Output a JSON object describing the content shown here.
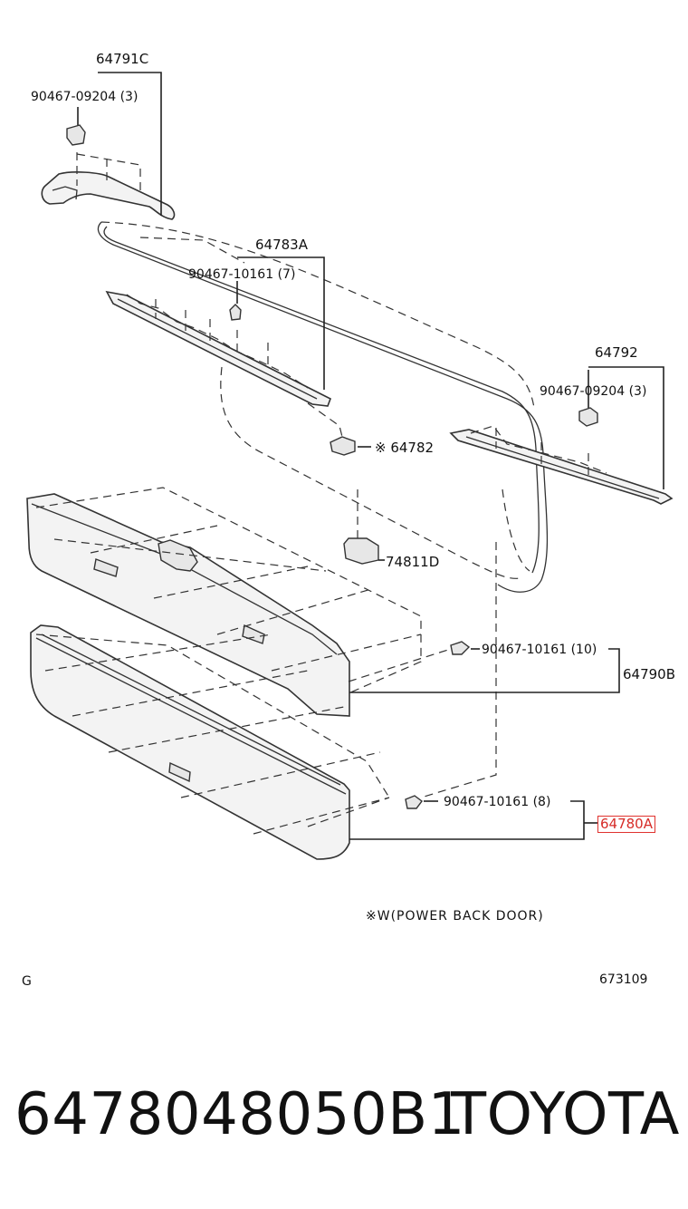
{
  "labels": {
    "p64791c": "64791C",
    "c90467_09204_a": "90467-09204 (3)",
    "p64783a": "64783A",
    "c90467_10161_7": "90467-10161 (7)",
    "p64792": "64792",
    "c90467_09204_b": "90467-09204 (3)",
    "p64782": "※ 64782",
    "p74811d": "74811D",
    "c90467_10161_10": "90467-10161 (10)",
    "p64790b": "64790B",
    "c90467_10161_8": "90467-10161 (8)",
    "p64780a": "64780A",
    "footnote": "※W(POWER BACK DOOR)",
    "corner_left": "G",
    "corner_right": "673109"
  },
  "footer": {
    "part_number": "6478048050B1",
    "brand": "TOYOTA"
  },
  "colors": {
    "highlight": "#e0332f",
    "line": "#333333"
  }
}
